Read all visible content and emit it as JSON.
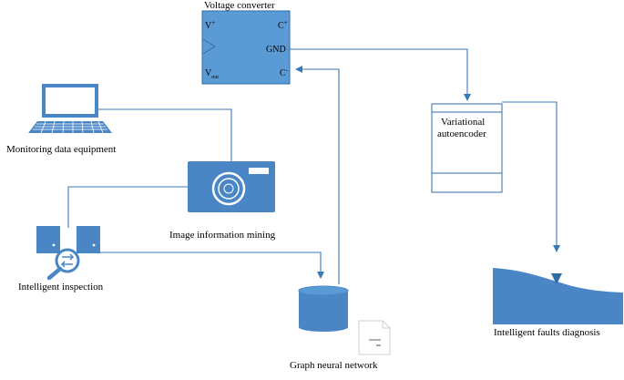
{
  "colors": {
    "primary": "#4a86c5",
    "primary_dark": "#2f6da8",
    "converter_fill": "#5b9bd5",
    "line": "#3a78b8",
    "text": "#000000"
  },
  "voltage_converter": {
    "title": "Voltage converter",
    "pins": {
      "v_plus": "V",
      "v_plus_sup": "+",
      "c_plus": "C",
      "c_plus_sup": "+",
      "gnd": "GND",
      "v_out": "V",
      "v_out_sub": "out",
      "c_minus": "C",
      "c_minus_sup": "-"
    }
  },
  "nodes": {
    "monitoring": {
      "label": "Monitoring data equipment",
      "icon": "computer-monitor-icon"
    },
    "image_mining": {
      "label": "Image information mining",
      "icon": "camera-icon"
    },
    "inspection": {
      "label": "Intelligent inspection",
      "icon": "server-search-icon"
    },
    "graph_nn": {
      "label": "Graph neural network",
      "icon": "database-cylinder-icon"
    },
    "vae": {
      "line1": "Variational",
      "line2": "autoencoder"
    },
    "faults": {
      "label": "Intelligent faults diagnosis"
    }
  }
}
